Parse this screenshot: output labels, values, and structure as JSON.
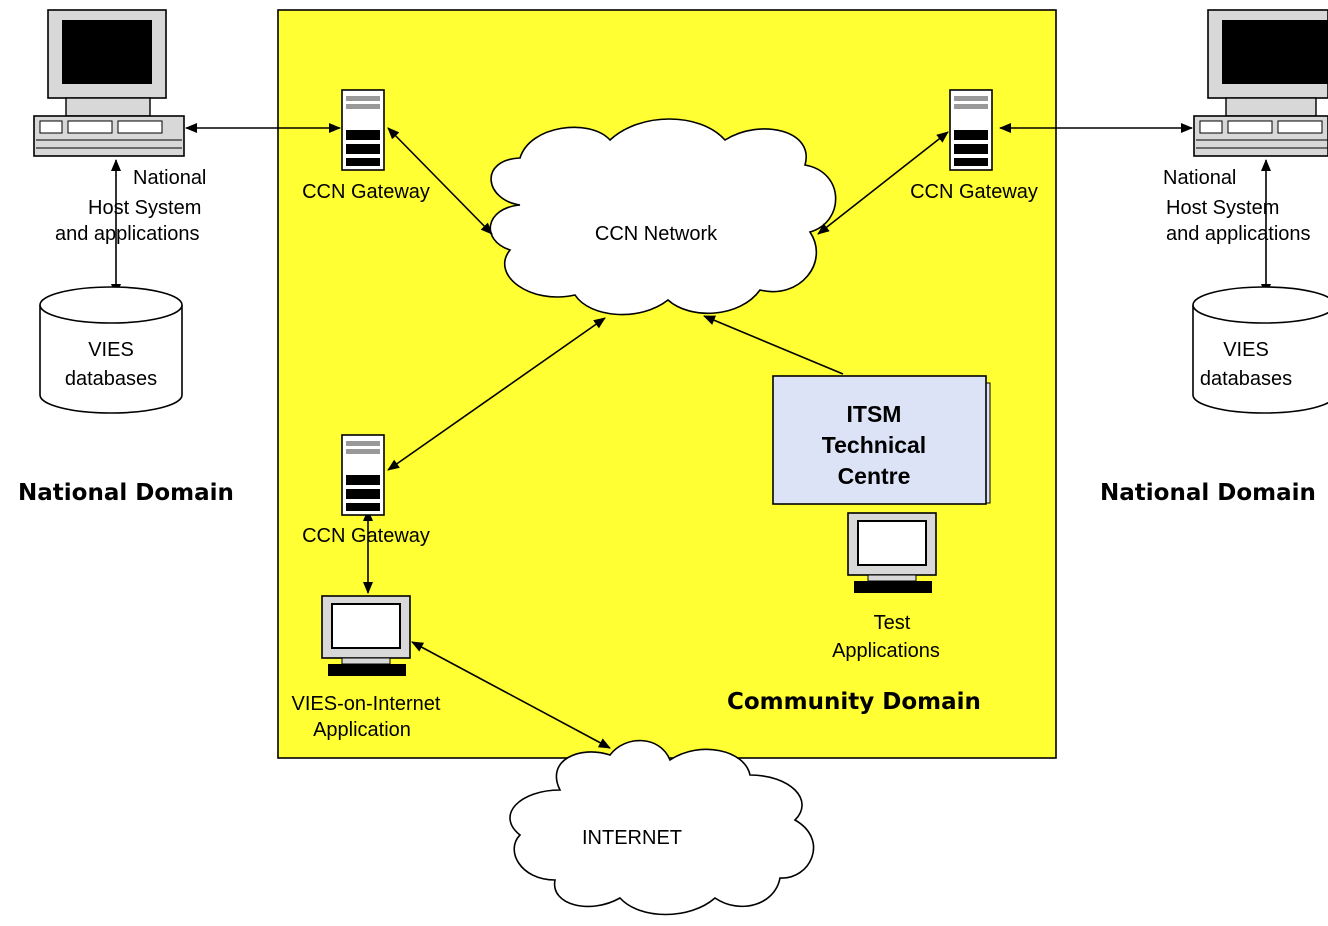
{
  "diagram": {
    "national_left": {
      "host_label_1": "National",
      "host_label_2": "Host System",
      "host_label_3": "and applications",
      "db_label_1": "VIES",
      "db_label_2": "databases",
      "domain": "National Domain"
    },
    "national_right": {
      "host_label_1": "National",
      "host_label_2": "Host System",
      "host_label_3": "and applications",
      "db_label_1": "VIES",
      "db_label_2": "databases",
      "domain": "National Domain"
    },
    "community": {
      "gateway_left": "CCN Gateway",
      "gateway_right": "CCN Gateway",
      "gateway_bottom": "CCN Gateway",
      "network": "CCN Network",
      "itsm_1": "ITSM",
      "itsm_2": "Technical",
      "itsm_3": "Centre",
      "test_1": "Test",
      "test_2": "Applications",
      "vies_app_1": "VIES-on-Internet",
      "vies_app_2": "Application",
      "domain": "Community Domain"
    },
    "internet": "INTERNET",
    "colors": {
      "community_fill": "#ffff33",
      "itsm_fill": "#dde3f7"
    }
  }
}
